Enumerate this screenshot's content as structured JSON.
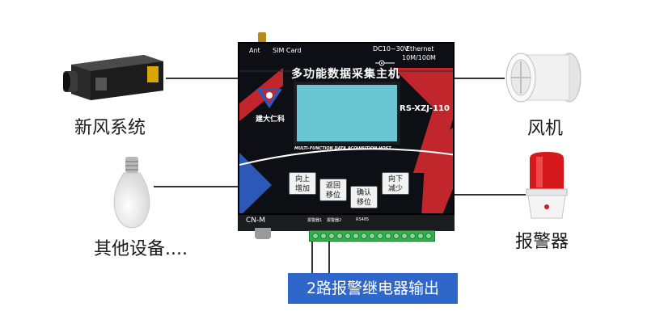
{
  "devices": {
    "fresh_air": "新风系统",
    "other": "其他设备....",
    "fan": "风机",
    "alarm": "报警器"
  },
  "host": {
    "ant": "Ant",
    "sim": "SIM Card",
    "power": "DC10~30V",
    "ethernet": "Ethernet",
    "ethernet_speed": "10M/100M",
    "title": "多功能数据采集主机",
    "brand": "建大仁科",
    "model": "RS-XZJ-110",
    "subtitle": "MULTI-FUNCTION DATA ACQUISITION HOST",
    "buttons": [
      [
        "向上",
        "增加"
      ],
      [
        "返回",
        "移位"
      ],
      [
        "确认",
        "移位"
      ],
      [
        "向下",
        "减少"
      ]
    ],
    "port": "CN-M",
    "terminal_labels": [
      "报警器1",
      "报警器2",
      "RS485"
    ]
  },
  "banner": "2路报警继电器输出",
  "colors": {
    "accent_red": "#c0262b",
    "banner_blue": "#2f66c9",
    "lcd": "#6bc6d3",
    "terminal_green": "#2fb14b"
  }
}
